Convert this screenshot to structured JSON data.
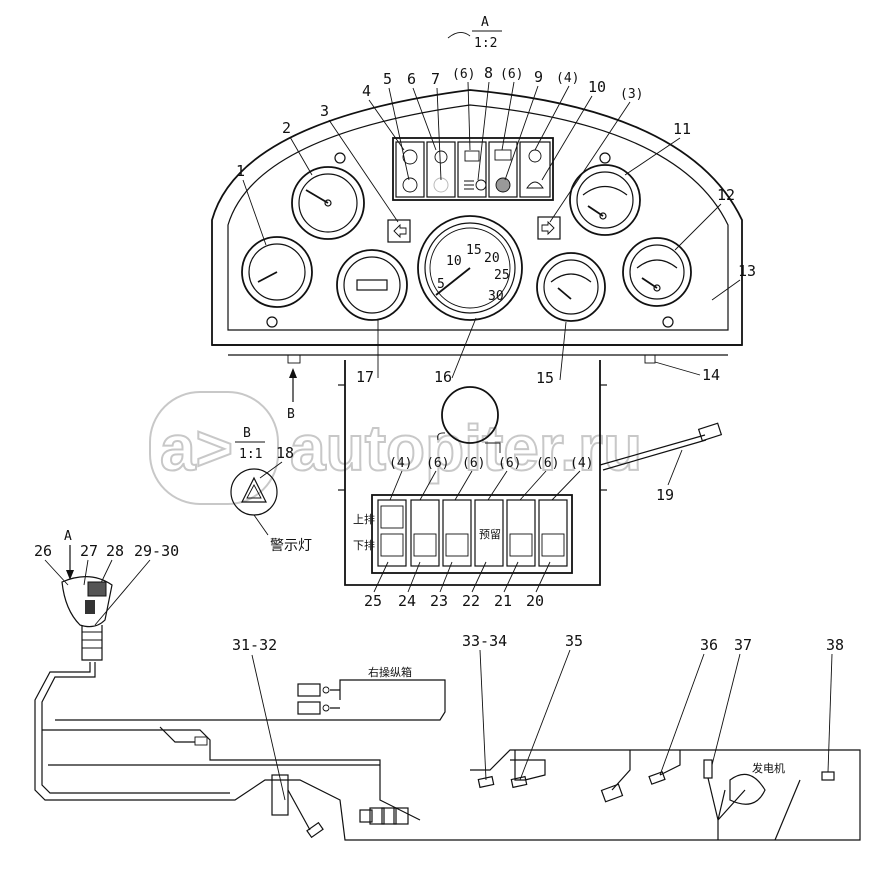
{
  "view_a": {
    "letter": "A",
    "scale": "1:2"
  },
  "view_b": {
    "letter": "B",
    "scale": "1:1"
  },
  "view_b_arrow_label": "B",
  "view_a_arrow_label": "A",
  "warning_light_label": "警示灯",
  "switch_row_labels": {
    "upper": "上排",
    "lower": "下排"
  },
  "reserved_label": "预留",
  "right_box_label": "右操纵箱",
  "generator_label": "发电机",
  "speedometer_ticks": [
    "5",
    "10",
    "15",
    "20",
    "25",
    "30"
  ],
  "callouts": {
    "c1": "1",
    "c2": "2",
    "c3": "3",
    "c4": "4",
    "c5": "5",
    "c6": "6",
    "c7": "7",
    "c8": "8",
    "c9": "9",
    "c10": "10",
    "c11": "11",
    "c12": "12",
    "c13": "13",
    "c14": "14",
    "c15": "15",
    "c16": "16",
    "c17": "17",
    "c18": "18",
    "c19": "19",
    "c20": "20",
    "c21": "21",
    "c22": "22",
    "c23": "23",
    "c24": "24",
    "c25": "25",
    "c26": "26",
    "c27": "27",
    "c28": "28",
    "c29": "29-30",
    "c31": "31-32",
    "c33": "33-34",
    "c35": "35",
    "c36": "36",
    "c37": "37",
    "c38": "38"
  },
  "qty_top": [
    "(6)",
    "(6)",
    "(4)",
    "(3)"
  ],
  "qty_switch": [
    "(4)",
    "(6)",
    "(6)",
    "(6)",
    "(6)",
    "(4)"
  ],
  "watermark": "autopiter.ru",
  "watermark_logo": "a>"
}
